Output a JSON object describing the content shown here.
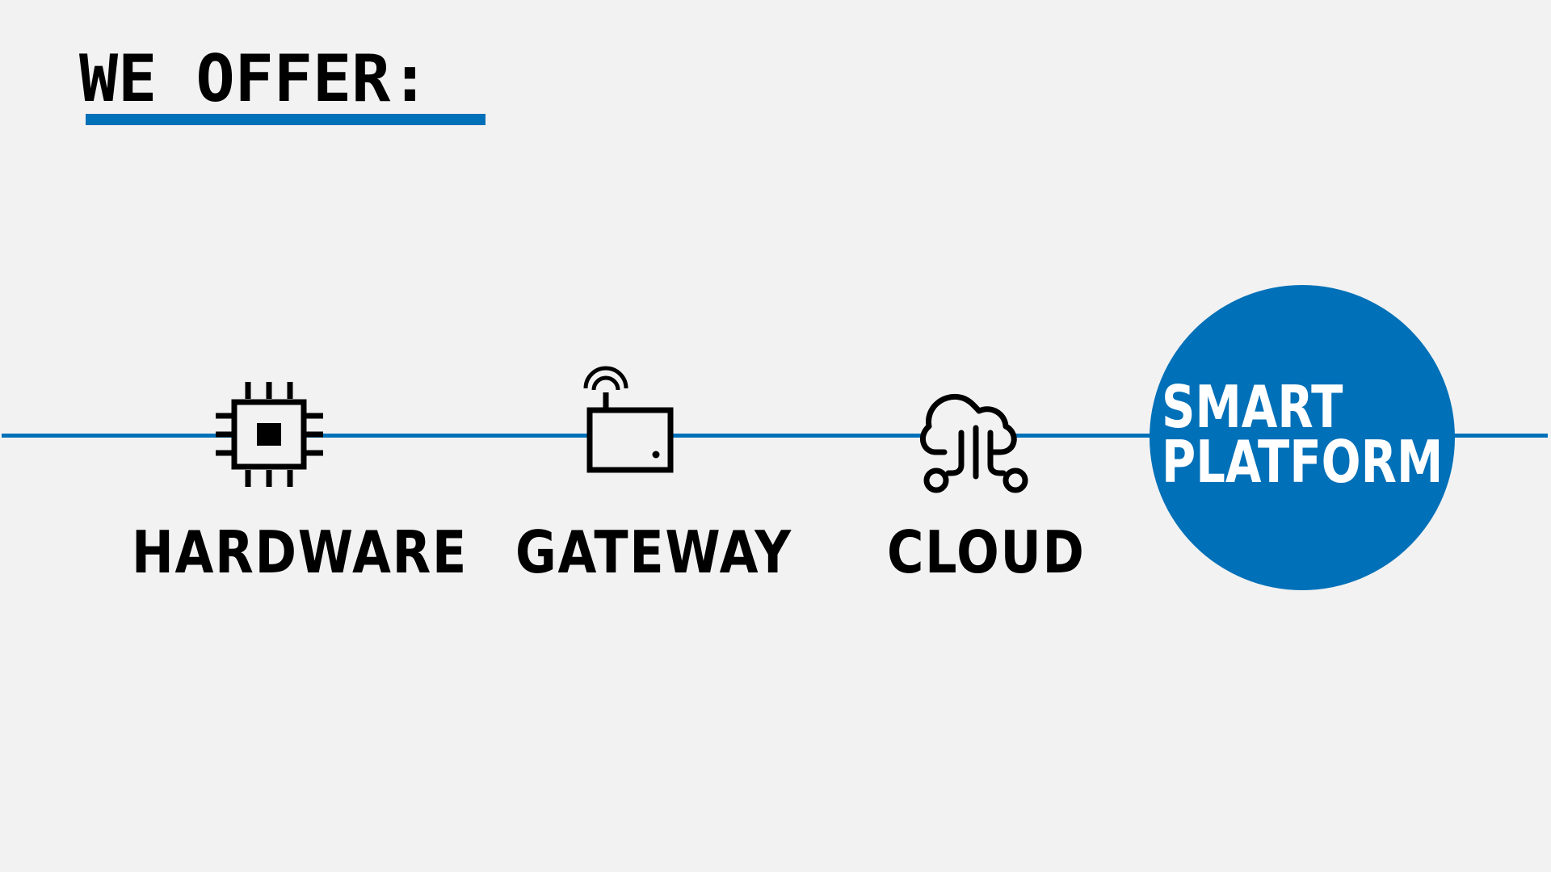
{
  "header": {
    "title": "WE OFFER:"
  },
  "offerings": [
    {
      "label": "HARDWARE",
      "icon": "chip-icon"
    },
    {
      "label": "GATEWAY",
      "icon": "router-icon"
    },
    {
      "label": "CLOUD",
      "icon": "cloud-network-icon"
    }
  ],
  "highlight": {
    "line1": "SMART",
    "line2": "PLATFORM"
  },
  "colors": {
    "accent": "#0070b8",
    "background": "#f2f2f2",
    "text": "#000000"
  }
}
